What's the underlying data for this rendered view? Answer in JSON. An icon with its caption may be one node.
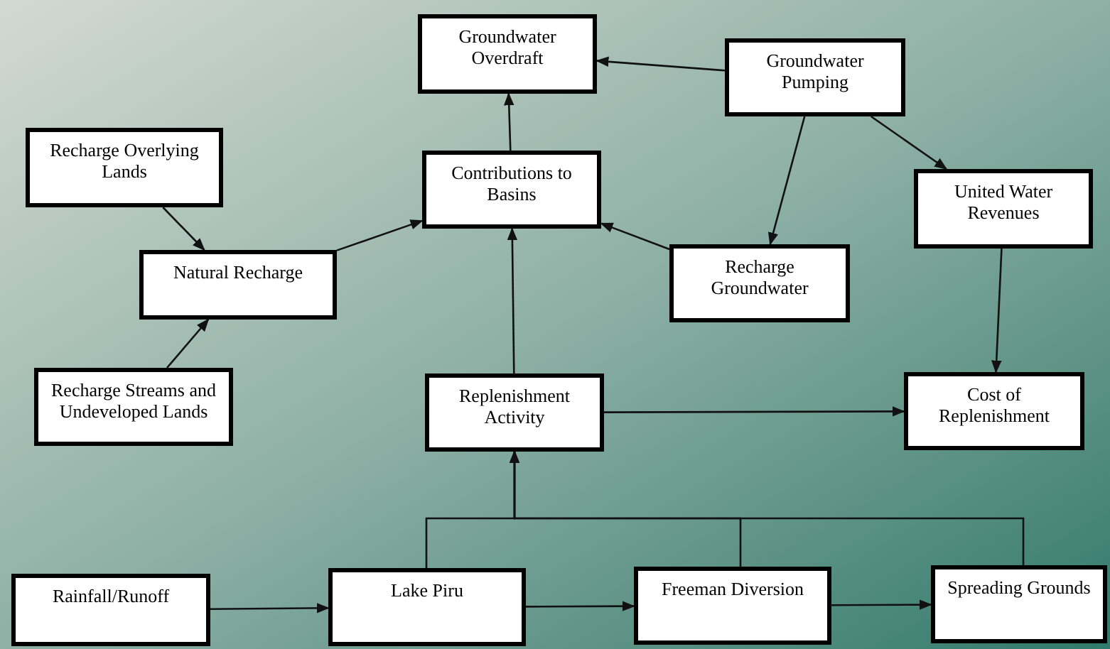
{
  "diagram": {
    "nodes": [
      {
        "text": [
          "Groundwater Overdraft"
        ]
      },
      {
        "text": [
          "Groundwater Pumping"
        ]
      },
      {
        "text": [
          "Recharge Overlying Lands"
        ]
      },
      {
        "text": [
          "Contributions to Basins"
        ]
      },
      {
        "text": [
          "United Water Revenues"
        ]
      },
      {
        "text": [
          "Natural Recharge"
        ]
      },
      {
        "text": [
          "Recharge Groundwater"
        ]
      },
      {
        "text": [
          "Recharge Streams and Undeveloped Lands"
        ]
      },
      {
        "text": [
          "Replenishment Activity"
        ]
      },
      {
        "text": [
          "Cost of Replenishment"
        ]
      },
      {
        "text": [
          "Rainfall/Runoff"
        ]
      },
      {
        "text": [
          "Lake Piru"
        ]
      },
      {
        "text": [
          "Freeman Diversion"
        ]
      },
      {
        "text": [
          "Spreading Grounds"
        ]
      }
    ],
    "edges": [
      {
        "from": 1,
        "to": 0,
        "arrow": "to"
      },
      {
        "from": 3,
        "to": 0,
        "arrow": "to"
      },
      {
        "from": 2,
        "to": 5,
        "arrow": "to"
      },
      {
        "from": 5,
        "to": 3,
        "arrow": "to"
      },
      {
        "from": 6,
        "to": 3,
        "arrow": "to"
      },
      {
        "from": 1,
        "to": 6,
        "arrow": "to"
      },
      {
        "from": 1,
        "to": 4,
        "arrow": "to"
      },
      {
        "from": 7,
        "to": 5,
        "arrow": "to"
      },
      {
        "from": 8,
        "to": 3,
        "arrow": "to"
      },
      {
        "from": 4,
        "to": 9,
        "arrow": "to"
      },
      {
        "from": 8,
        "to": 9,
        "arrow": "to"
      },
      {
        "from": 11,
        "to": 8,
        "arrow": "to"
      },
      {
        "from": 12,
        "to": 8,
        "arrow": "to"
      },
      {
        "from": 13,
        "to": 8,
        "arrow": "to"
      },
      {
        "from": 10,
        "to": 11,
        "arrow": "to"
      },
      {
        "from": 11,
        "to": 12,
        "arrow": "to"
      },
      {
        "from": 12,
        "to": 13,
        "arrow": "to"
      }
    ]
  }
}
